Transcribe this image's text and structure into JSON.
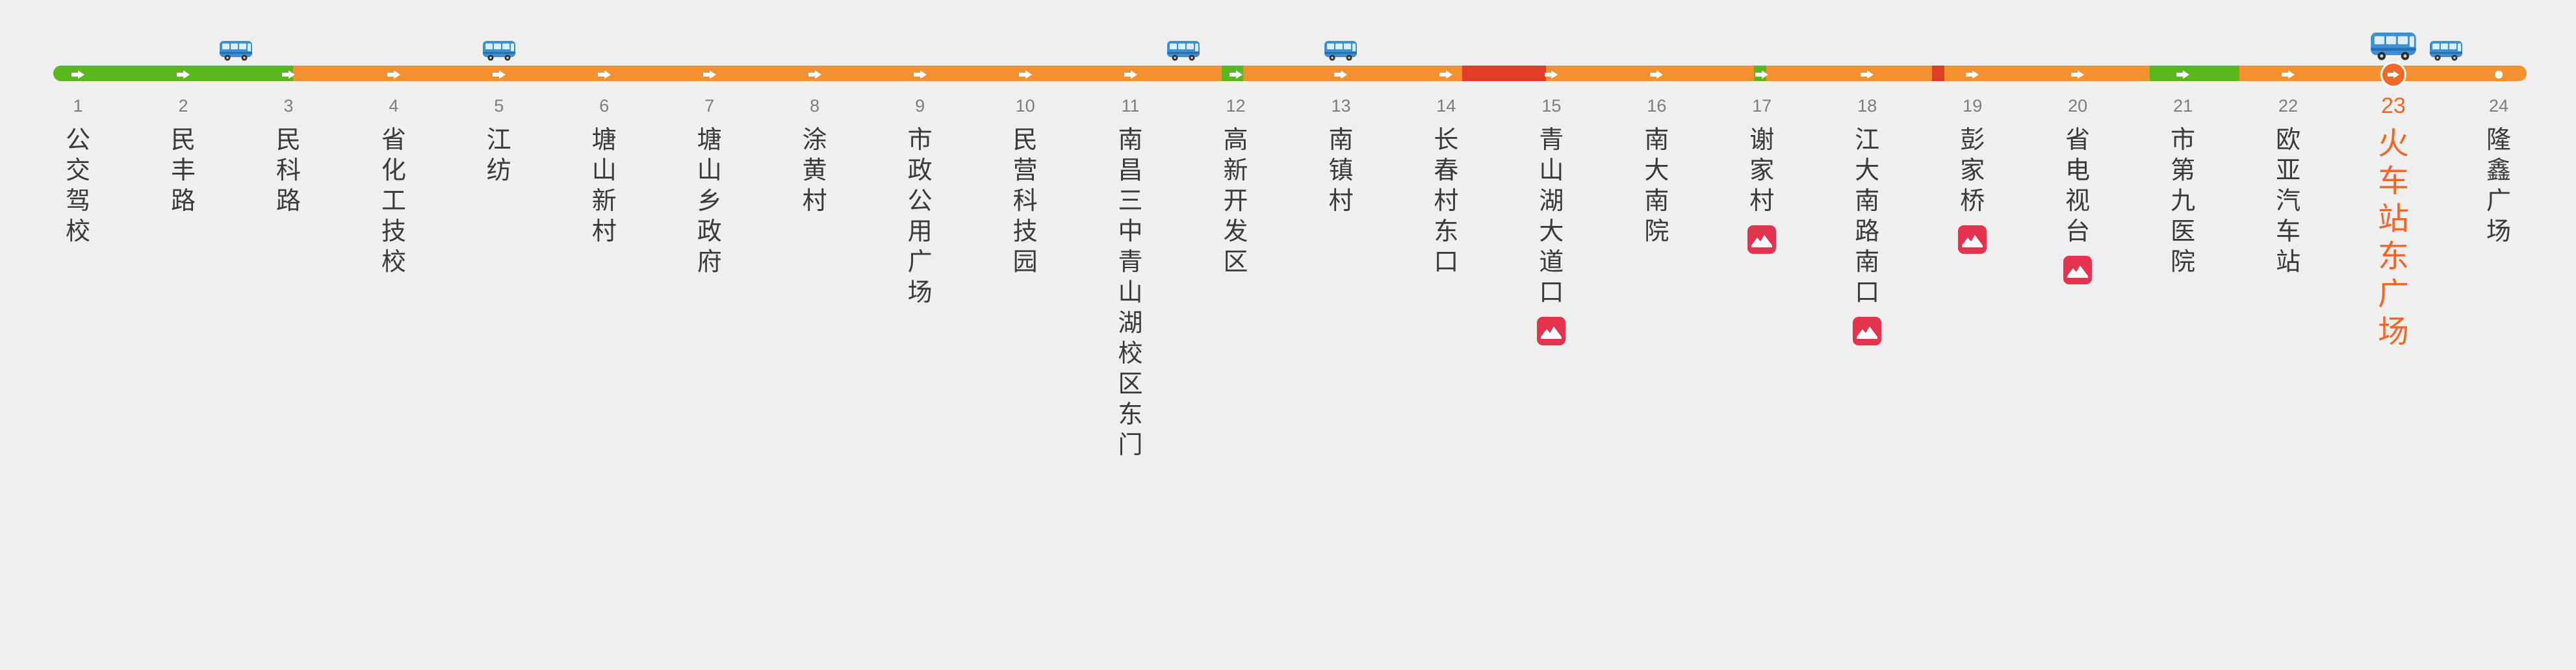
{
  "colors": {
    "background": "#efefef",
    "road_green": "#5ab81e",
    "road_orange": "#f39131",
    "road_red": "#e23c2a",
    "bus_blue": "#3b8fd4",
    "current_station": "#f06827",
    "metro_badge": "#e4334f",
    "station_text": "#3a3a3a",
    "number_text": "#7d7d7d"
  },
  "icons": {
    "direction": "arrow-right-icon",
    "bus": "bus-icon",
    "metro": "metro-icon",
    "terminal": "end-dot-icon"
  },
  "route": {
    "current_index": 23,
    "traffic": [
      {
        "from": 0,
        "to": 0.035,
        "status": "green"
      },
      {
        "from": 0.035,
        "to": 0.0355,
        "status": "green"
      },
      {
        "from": 0.0355,
        "to": 0.097,
        "status": "green"
      },
      {
        "from": 0.4725,
        "to": 0.481,
        "status": "green"
      },
      {
        "from": 0.5695,
        "to": 0.6035,
        "status": "red"
      },
      {
        "from": 0.6875,
        "to": 0.6925,
        "status": "green"
      },
      {
        "from": 0.7595,
        "to": 0.7645,
        "status": "red"
      },
      {
        "from": 0.8475,
        "to": 0.884,
        "status": "green"
      }
    ],
    "stations": [
      {
        "num": "1",
        "name": "公交驾校",
        "metro": false
      },
      {
        "num": "2",
        "name": "民丰路",
        "metro": false
      },
      {
        "num": "3",
        "name": "民科路",
        "metro": false
      },
      {
        "num": "4",
        "name": "省化工技校",
        "metro": false
      },
      {
        "num": "5",
        "name": "江纺",
        "metro": false
      },
      {
        "num": "6",
        "name": "塘山新村",
        "metro": false
      },
      {
        "num": "7",
        "name": "塘山乡政府",
        "metro": false
      },
      {
        "num": "8",
        "name": "涂黄村",
        "metro": false
      },
      {
        "num": "9",
        "name": "市政公用广场",
        "metro": false
      },
      {
        "num": "10",
        "name": "民营科技园",
        "metro": false
      },
      {
        "num": "11",
        "name": "南昌三中青山湖校区东门",
        "metro": false
      },
      {
        "num": "12",
        "name": "高新开发区",
        "metro": false
      },
      {
        "num": "13",
        "name": "南镇村",
        "metro": false
      },
      {
        "num": "14",
        "name": "长春村东口",
        "metro": false
      },
      {
        "num": "15",
        "name": "青山湖大道口",
        "metro": true
      },
      {
        "num": "16",
        "name": "南大南院",
        "metro": false
      },
      {
        "num": "17",
        "name": "谢家村",
        "metro": true
      },
      {
        "num": "18",
        "name": "江大南路南口",
        "metro": true
      },
      {
        "num": "19",
        "name": "彭家桥",
        "metro": true
      },
      {
        "num": "20",
        "name": "省电视台",
        "metro": true
      },
      {
        "num": "21",
        "name": "市第九医院",
        "metro": false
      },
      {
        "num": "22",
        "name": "欧亚汽车站",
        "metro": false
      },
      {
        "num": "23",
        "name": "火车站东广场",
        "metro": false
      },
      {
        "num": "24",
        "name": "隆鑫广场",
        "metro": false
      }
    ],
    "buses": [
      {
        "after_station": 2,
        "progress": 0.5,
        "size": "small"
      },
      {
        "after_station": 5,
        "progress": 0.0,
        "size": "small"
      },
      {
        "after_station": 11,
        "progress": 0.5,
        "size": "small"
      },
      {
        "after_station": 13,
        "progress": 0.0,
        "size": "small"
      },
      {
        "after_station": 23,
        "progress": 0.0,
        "size": "large"
      },
      {
        "after_station": 23,
        "progress": 0.5,
        "size": "small"
      }
    ]
  }
}
